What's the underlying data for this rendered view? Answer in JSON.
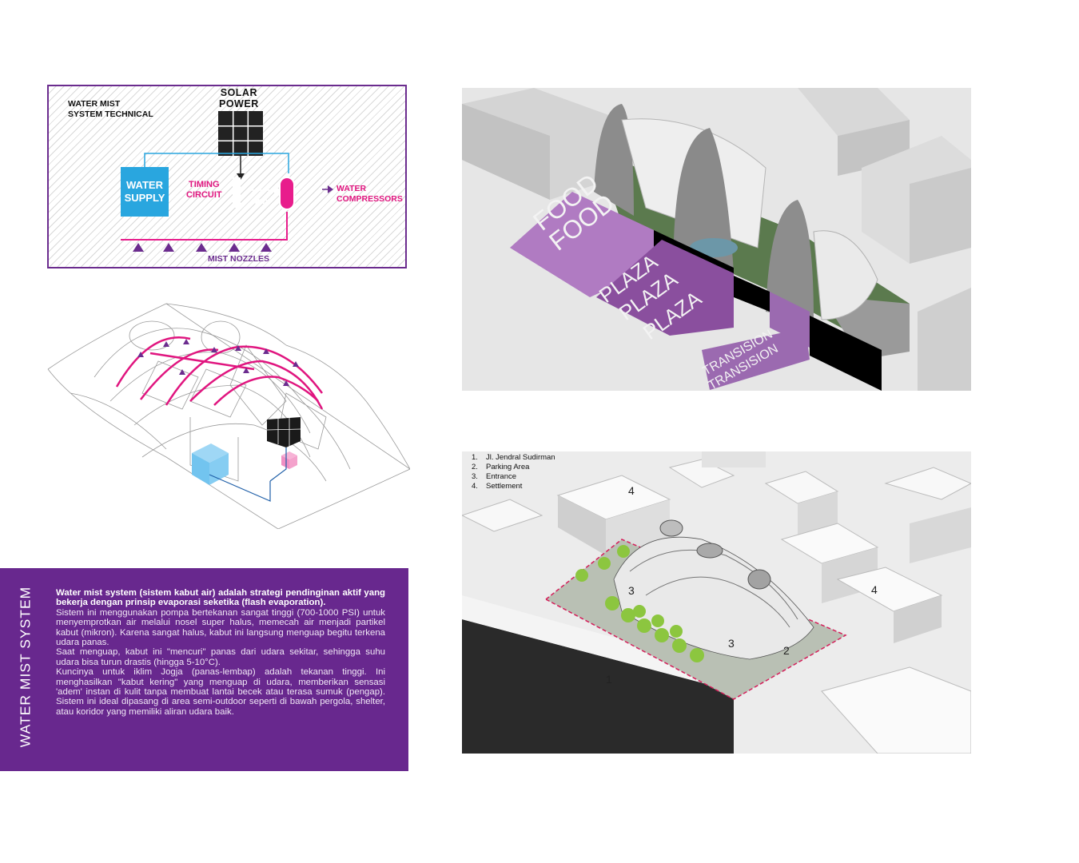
{
  "tech_diagram": {
    "title_line1": "WATER MIST",
    "title_line2": "SYSTEM TECHNICAL",
    "solar_line1": "SOLAR",
    "solar_line2": "POWER",
    "water_supply_line1": "WATER",
    "water_supply_line2": "SUPPLY",
    "timing_line1": "TIMING",
    "timing_line2": "CIRCUIT",
    "voltage": "24V",
    "compressors_line1": "WATER",
    "compressors_line2": "COMPRESSORS",
    "nozzles": "MIST NOZZLES",
    "colors": {
      "purple": "#6b2c8e",
      "magenta": "#e81d8c",
      "cyan": "#29a6df"
    }
  },
  "zoning": {
    "food": "FOOD",
    "plaza": "PLAZA",
    "transision": "TRANSISION"
  },
  "site": {
    "legend": [
      {
        "num": "1.",
        "label": "Jl. Jendral Sudirman"
      },
      {
        "num": "2.",
        "label": "Parking Area"
      },
      {
        "num": "3.",
        "label": "Entrance"
      },
      {
        "num": "4.",
        "label": "Settlement"
      }
    ],
    "markers": {
      "m1": "1",
      "m2": "2",
      "m3": "3",
      "m4": "4"
    }
  },
  "description": {
    "vertical_title": "WATER MIST SYSTEM",
    "lead": "Water mist system (sistem kabut air) adalah strategi pendinginan aktif yang bekerja dengan prinsip evaporasi seketika (flash evaporation).",
    "p1": "Sistem ini menggunakan pompa bertekanan sangat tinggi (700-1000 PSI) untuk menyemprotkan air melalui nosel super halus, memecah air menjadi partikel kabut (mikron). Karena sangat halus, kabut ini langsung menguap begitu terkena udara panas.",
    "p2": "Saat menguap, kabut ini \"mencuri\" panas dari udara sekitar, sehingga suhu udara bisa turun drastis (hingga 5-10°C).",
    "p3": "Kuncinya untuk iklim Jogja (panas-lembap) adalah tekanan tinggi. Ini menghasilkan \"kabut kering\" yang menguap di udara, memberikan sensasi 'adem' instan di kulit tanpa membuat lantai becek atau terasa sumuk (pengap). Sistem ini ideal dipasang di area semi-outdoor seperti di bawah pergola, shelter, atau koridor yang memiliki aliran udara baik."
  }
}
